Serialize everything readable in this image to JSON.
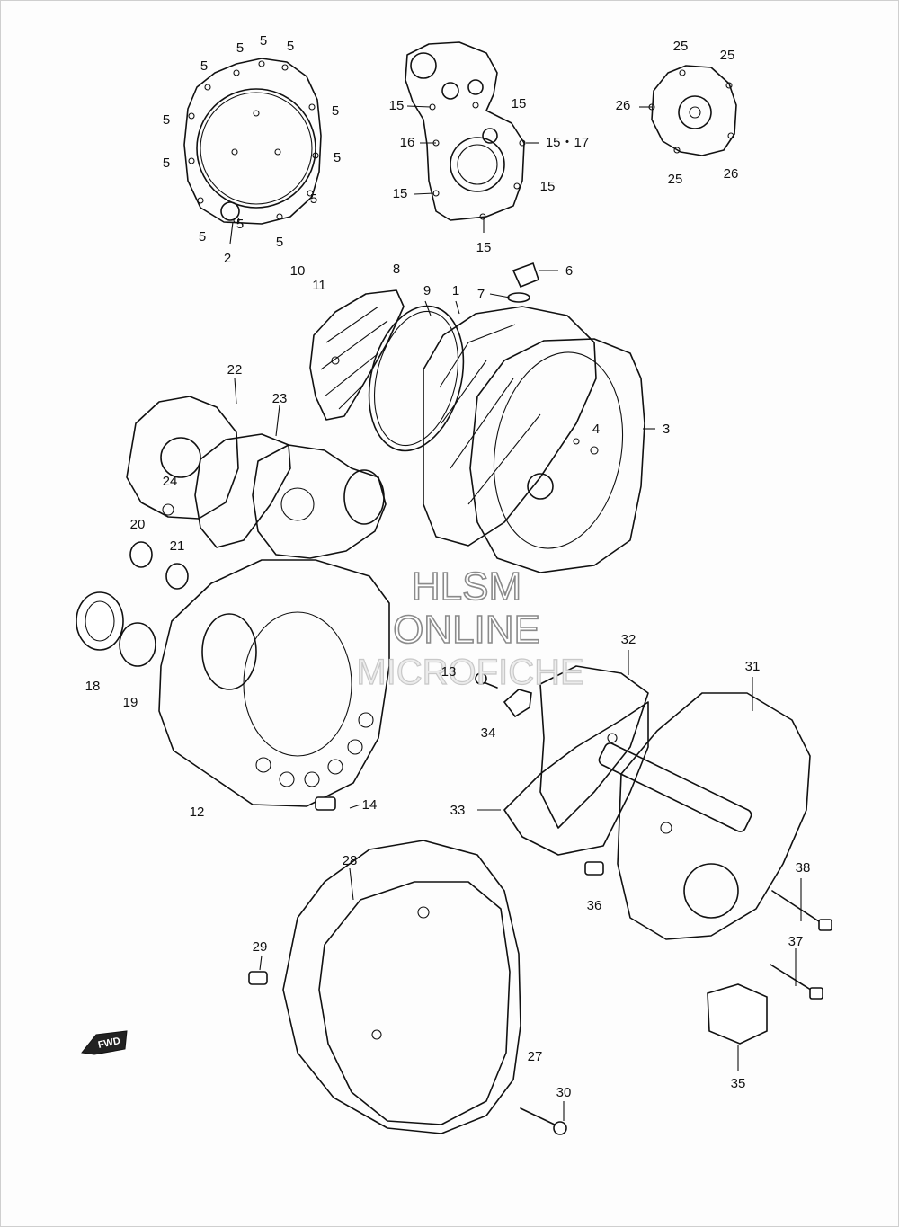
{
  "watermark": {
    "line1": "HLSM",
    "line2": "ONLINE",
    "line3": "MICROFICHE"
  },
  "direction_badge": {
    "label": "FWD",
    "icon": "direction-arrow-icon"
  },
  "colors": {
    "line": "#111111",
    "watermark_outline": "#8a8a8a"
  },
  "callouts": [
    {
      "id": "c5a",
      "text": "5"
    },
    {
      "id": "c5b",
      "text": "5"
    },
    {
      "id": "c5c",
      "text": "5"
    },
    {
      "id": "c5d",
      "text": "5"
    },
    {
      "id": "c5e",
      "text": "5"
    },
    {
      "id": "c5f",
      "text": "5"
    },
    {
      "id": "c5g",
      "text": "5"
    },
    {
      "id": "c5h",
      "text": "5"
    },
    {
      "id": "c5i",
      "text": "5"
    },
    {
      "id": "c5j",
      "text": "5"
    },
    {
      "id": "c5k",
      "text": "5"
    },
    {
      "id": "c5l",
      "text": "5"
    },
    {
      "id": "c2",
      "text": "2"
    },
    {
      "id": "c15a",
      "text": "15"
    },
    {
      "id": "c15b",
      "text": "15"
    },
    {
      "id": "c16",
      "text": "16"
    },
    {
      "id": "c1517",
      "text": "15・17"
    },
    {
      "id": "c15c",
      "text": "15"
    },
    {
      "id": "c15d",
      "text": "15"
    },
    {
      "id": "c15e",
      "text": "15"
    },
    {
      "id": "c25a",
      "text": "25"
    },
    {
      "id": "c25b",
      "text": "25"
    },
    {
      "id": "c26a",
      "text": "26"
    },
    {
      "id": "c25c",
      "text": "25"
    },
    {
      "id": "c26b",
      "text": "26"
    },
    {
      "id": "c10",
      "text": "10"
    },
    {
      "id": "c11",
      "text": "11"
    },
    {
      "id": "c8",
      "text": "8"
    },
    {
      "id": "c9",
      "text": "9"
    },
    {
      "id": "c1",
      "text": "1"
    },
    {
      "id": "c7",
      "text": "7"
    },
    {
      "id": "c6",
      "text": "6"
    },
    {
      "id": "c4",
      "text": "4"
    },
    {
      "id": "c3",
      "text": "3"
    },
    {
      "id": "c22",
      "text": "22"
    },
    {
      "id": "c23",
      "text": "23"
    },
    {
      "id": "c24",
      "text": "24"
    },
    {
      "id": "c20",
      "text": "20"
    },
    {
      "id": "c21",
      "text": "21"
    },
    {
      "id": "c18",
      "text": "18"
    },
    {
      "id": "c19",
      "text": "19"
    },
    {
      "id": "c12",
      "text": "12"
    },
    {
      "id": "c13",
      "text": "13"
    },
    {
      "id": "c14",
      "text": "14"
    },
    {
      "id": "c34",
      "text": "34"
    },
    {
      "id": "c32",
      "text": "32"
    },
    {
      "id": "c31",
      "text": "31"
    },
    {
      "id": "c33",
      "text": "33"
    },
    {
      "id": "c36",
      "text": "36"
    },
    {
      "id": "c38",
      "text": "38"
    },
    {
      "id": "c37",
      "text": "37"
    },
    {
      "id": "c35",
      "text": "35"
    },
    {
      "id": "c28",
      "text": "28"
    },
    {
      "id": "c29",
      "text": "29"
    },
    {
      "id": "c27",
      "text": "27"
    },
    {
      "id": "c30",
      "text": "30"
    }
  ]
}
